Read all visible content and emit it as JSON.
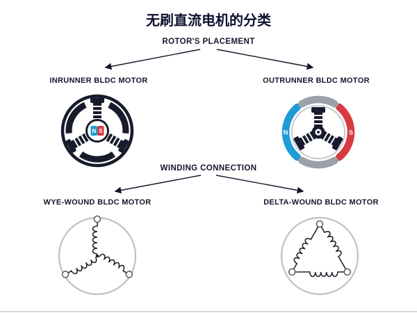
{
  "title": "无刷直流电机的分类",
  "tree": {
    "rotor_placement": {
      "label": "ROTOR'S PLACEMENT",
      "left_label": "INRUNNER BLDC MOTOR",
      "right_label": "OUTRUNNER BLDC MOTOR"
    },
    "winding_connection": {
      "label": "WINDING CONNECTION",
      "left_label": "WYE-WOUND BLDC MOTOR",
      "right_label": "DELTA-WOUND BLDC MOTOR"
    }
  },
  "magnet_labels": {
    "north": "N",
    "south": "S"
  },
  "colors": {
    "ink": "#171b2c",
    "north_blue": "#1e9cd7",
    "south_red": "#d93a40",
    "segment_gray": "#9aa1a8"
  }
}
